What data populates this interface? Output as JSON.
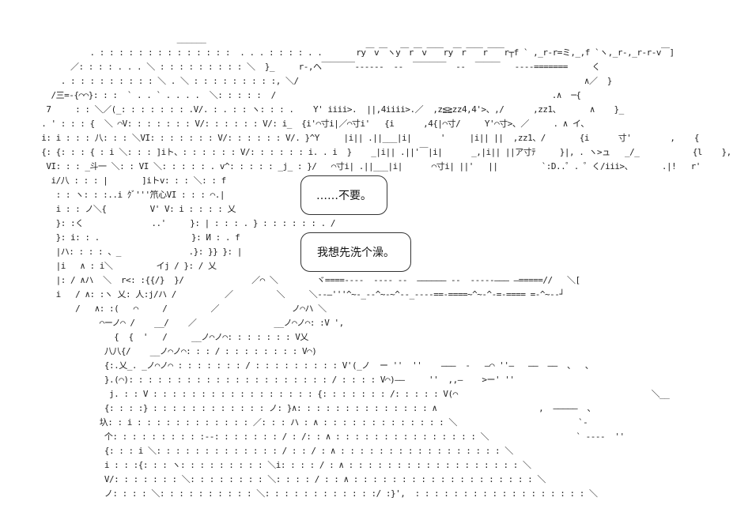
{
  "art_lines": [
    "                              ______",
    "            . : : : : : : : : : : : : : :  . . . : : : : . .       ry￣v￣ヽy￣r￣v￣￣ry￣r￣￣r￣￣r┬f ` ,_r-r=ミ,_,f `ヽ,_r-,_r-r-v￣]",
    "        ／: : : : . . . ＼ : : : : : : : : : ＼  }_     r-,ヘ￣￣￣￣------  --  ￣￣￣￣  --  ￣￣￣   ----=======     く",
    "      . : : : : : : : : : ＼ . ＼ : : : : : : : : :, ＼/                                                           ∧／  }",
    "    /三=-{⌒⌒}: : :  ` . . ` . . . .  ＼: : : : :  /                                                         .∧  ─{",
    "   7     : : ＼／(_: : : : : : : .V/. : . : : ヽ: : : .    Y' iiii>.  ||,4iiii>.／  ,z≦≧zz4,4'>、,/      ,zz1、      ∧    }_",
    "  . ' : : : {  ＼ ⌒V: : : : : : : V/: : : : : : V/: i_  {i'⌒寸i|／⌒寸i'   {i      ,4{|⌒寸/     Y'⌒寸>、／     . ∧ イ、",
    "  i: i : : : 八: : : ＼VI: : : : : : : V/: : : : : : V/. }^Y     |i|| .||___|i|      '     |i|| ||  ,zz1、/       {i      寸'        ,    {",
    "  {: {: : : { : i ＼: : : ]iト、: : : : : : V/: : : : : : i. . i  }    _|i|| .||'￣|i|      _,|i|| ||ア寸ﾃ     }|, . ヽ>ュ   _/_           {l    },",
    "   VI: : : _斗一 ＼: : VI ＼: : : : : . v^: : : : : _j_ : }/   ⌒寸i| .||___|i|      ⌒寸i| ||'   ||         `:D..゜. ゜く/iii>、      .|!   r'",
    "    i/八 : : : |       ]iトv: : : ＼: : f",
    "     : : ヽ: : :..i ｸﾞ'''笊心VI : : : ⌒.|",
    "     i : : ノ＼{         V' V: i : : : : 乂",
    "     }: :く              ..'     }: | : : : . } : : : : : : . /",
    "     }: i: : .                   }: И : . f",
    "     |ハ: : : : 、_              .}: }} }: |",
    "     |i   ∧ : i＼         イj / }: / 乂",
    "     |: / ∧ハ  ＼  r<: :{{/}  }/              ／⌒ ＼        ヾ====----  ---- --  ―――――― --  -----――― ―=====//   ＼[",
    "     i   / ∧: :ヽ 乂: 人:j/ハ /          ／         ＼     ＼--―'''^~-_--^~-~^--_----==-====~^~-^-=-==== =-^~--┘",
    "         /   ∧: :(   ⌒     /         ／               ノ⌒ハ ＼",
    "              ⌒ーノ⌒ /    __/    ／                __ノ⌒ノ⌒: :V ',",
    "                 {  {  '   /     __ノ⌒ノ⌒: : : : : : : V乂",
    "               八八{/    __ノ⌒ノ⌒: : : / : : : : : : : : V⌒)",
    "               {:.乂_. _ノ⌒ノ⌒ : : : : : : : / : : : : : : : : : V'(_ノ  ー ''  ''    ―――  -   ―⌒ ''―   ――  ――  、  、",
    "               }.(⌒): : : : : : : : : : : : : : : : : : : : : / : : : : V⌒)――     ''  ,,―    >ー' ''",
    "                j. : : V : : : : : : : : : : : : : : : : : {: : : : : : : /: : : : : V(⌒                                        ＼__",
    "               {: : : :} : : : : : : : : : : : : ノ: }∧: : : : : : : : : : : : : : ∧                     ,  ―――――  、",
    "              圦: : i : : : : : : : : : : : : ／: : : ハ : ∧ : : : : : : : : : : : : : ＼                         `-",
    "               个: : : : : : : : : :--: : : : : : : / : /: : ∧ : : : : : : : : : : : : : : : ＼                  ` ----  ''",
    "               {: : : i ＼: : : : : : : : : : : : : / : : / : ∧ : : : : : : : : : : : : : : : : : ＼",
    "               i : : :{: : : ヽ: : : : : : : : : ＼i: : : : / : ∧ : : : : : : : : : : : : : : : : : : ＼",
    "               V/: : : : : : : ＼: : : : : : : : ＼: : : : / : : ∧ : : : : : : : : : : : : : : : : : : : ＼",
    "               ノ: : : : ＼: : : : : : : : : : ＼: : : : : : : : : : : :/ :}',  : : : : : : : : : : : : : : : : : : ＼"
  ],
  "bubbles": {
    "first": "……不要。",
    "second": "我想先洗个澡。"
  }
}
